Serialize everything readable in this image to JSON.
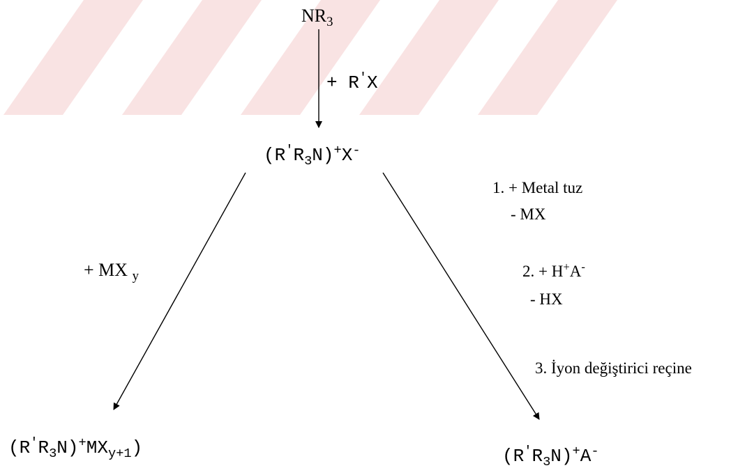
{
  "top_reactant": {
    "base": "NR",
    "sub": "3"
  },
  "step_reagent": {
    "prefix": "+ R",
    "prime": "'",
    "x": "X"
  },
  "intermediate": {
    "open": "(R",
    "prime": "'",
    "r": "R",
    "sub": "3",
    "n": "N)",
    "charge": "+",
    "x": "X",
    "neg": "-"
  },
  "left_branch": {
    "reagent": "+ MX",
    "reagent_sub": "y"
  },
  "left_product": {
    "open": "(R",
    "prime": "'",
    "r": "R",
    "sub": "3",
    "n": "N)",
    "charge": "+",
    "mx": "MX",
    "mx_sub": "y+1",
    "close": ")"
  },
  "right_branch": {
    "step1_line1": "1. + Metal tuz",
    "step1_line2": "- MX",
    "step2_prefix": "2. + H",
    "step2_plus": "+",
    "step2_a": "A",
    "step2_minus": "-",
    "step2_line2": "- HX",
    "step3": "3. İyon değiştirici reçine"
  },
  "right_product": {
    "open": "(R",
    "prime": "'",
    "r": "R",
    "sub": "3",
    "n": "N)",
    "charge": "+",
    "a": "A",
    "neg": "-"
  },
  "colors": {
    "watermark": "#f9e3e3",
    "ink": "#000000"
  }
}
